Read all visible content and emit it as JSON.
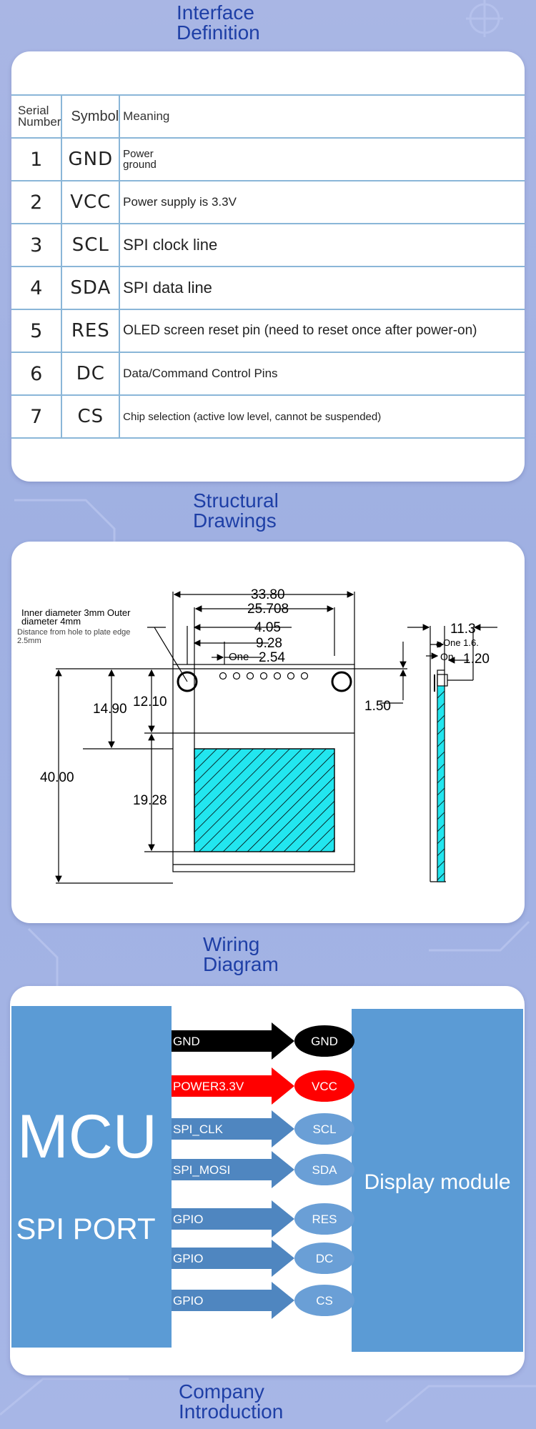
{
  "sections": {
    "interface": "Interface Definition",
    "structural": "Structural Drawings",
    "wiring": "Wiring Diagram",
    "company": "Company Introduction"
  },
  "table": {
    "headers": [
      "Serial Number",
      "Symbol",
      "Meaning"
    ],
    "rows": [
      {
        "num": "1",
        "sym": "GND",
        "meaning": "Power ground"
      },
      {
        "num": "2",
        "sym": "VCC",
        "meaning": "Power supply is 3.3V"
      },
      {
        "num": "3",
        "sym": "SCL",
        "meaning": "SPI clock line"
      },
      {
        "num": "4",
        "sym": "SDA",
        "meaning": "SPI data line"
      },
      {
        "num": "5",
        "sym": "RES",
        "meaning": "OLED screen reset pin (need to reset once after power-on)"
      },
      {
        "num": "6",
        "sym": "DC",
        "meaning": "Data/Command Control Pins"
      },
      {
        "num": "7",
        "sym": "CS",
        "meaning": "Chip selection (active low level, cannot be suspended)"
      }
    ]
  },
  "drawing": {
    "note1": "Inner diameter 3mm Outer",
    "note2": "diameter 4mm",
    "note3": "Distance from hole to plate edge",
    "note4": "2.5mm",
    "dims": {
      "w_total": "33.80",
      "w_screen": "25.708",
      "d_405": "4.05",
      "d_928": "9.28",
      "d_254": "2.54",
      "one": "One",
      "h_total": "40.00",
      "h_1490": "14.90",
      "h_1210": "12.10",
      "h_1928": "19.28",
      "d_150": "1.50",
      "side_113": "11.3",
      "side_one16": "One 1.6.",
      "side_o": "O",
      "side_on": "On",
      "side_120": "1.20"
    }
  },
  "wiring": {
    "mcu": "MCU",
    "port": "SPI PORT",
    "display": "Display module",
    "signals": [
      {
        "left": "GND",
        "right": "GND",
        "color": "#000000",
        "oval": "#000000"
      },
      {
        "left": "POWER3.3V",
        "right": "VCC",
        "color": "#ff0000",
        "oval": "#ff0000"
      },
      {
        "left": "SPI_CLK",
        "right": "SCL",
        "color": "#4f86c0",
        "oval": "#6a9fd6"
      },
      {
        "left": "SPI_MOSI",
        "right": "SDA",
        "color": "#4f86c0",
        "oval": "#6a9fd6"
      },
      {
        "left": "GPIO",
        "right": "RES",
        "color": "#4f86c0",
        "oval": "#6a9fd6"
      },
      {
        "left": "GPIO",
        "right": "DC",
        "color": "#4f86c0",
        "oval": "#6a9fd6"
      },
      {
        "left": "GPIO",
        "right": "CS",
        "color": "#4f86c0",
        "oval": "#6a9fd6"
      }
    ],
    "colors": {
      "mcu_block": "#5b9bd5",
      "display_block": "#5b9bd5"
    }
  }
}
